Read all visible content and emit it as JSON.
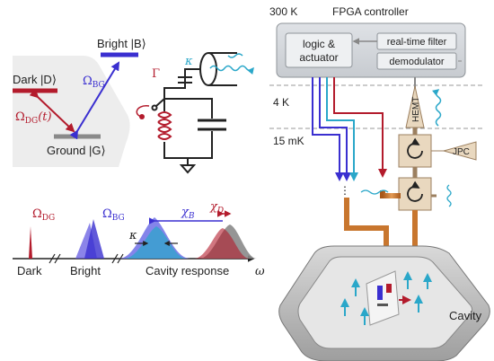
{
  "levels": {
    "bright": "Bright |B⟩",
    "dark": "Dark |D⟩",
    "ground": "Ground |G⟩",
    "omega_bg": "Ω",
    "omega_bg_sub": "BG",
    "omega_dg": "Ω",
    "omega_dg_sub": "DG",
    "omega_dg_arg": "(t)"
  },
  "circuit": {
    "gamma": "Γ",
    "kappa": "κ"
  },
  "spectrum": {
    "omega_dg": "Ω",
    "omega_dg_sub": "DG",
    "omega_bg": "Ω",
    "omega_bg_sub": "BG",
    "chi_b": "χ",
    "chi_b_sub": "B",
    "chi_d": "χ",
    "chi_d_sub": "D",
    "kappa": "κ",
    "label_dark": "Dark",
    "label_bright": "Bright",
    "label_cavity": "Cavity response",
    "label_omega": "ω"
  },
  "setup": {
    "temp_300k": "300 K",
    "title": "FPGA controller",
    "logic_line1": "logic &",
    "logic_line2": "actuator",
    "filter": "real-time filter",
    "demod": "demodulator",
    "temp_4k": "4 K",
    "temp_15mk": "15 mK",
    "hemt": "HEMT",
    "jpc": "JPC",
    "cavity": "Cavity"
  },
  "colors": {
    "red": "#b31b2c",
    "blue": "#3a2fd0",
    "cyan": "#2aa7c9",
    "gray": "#8a8a8a",
    "copper": "#c8762e"
  }
}
